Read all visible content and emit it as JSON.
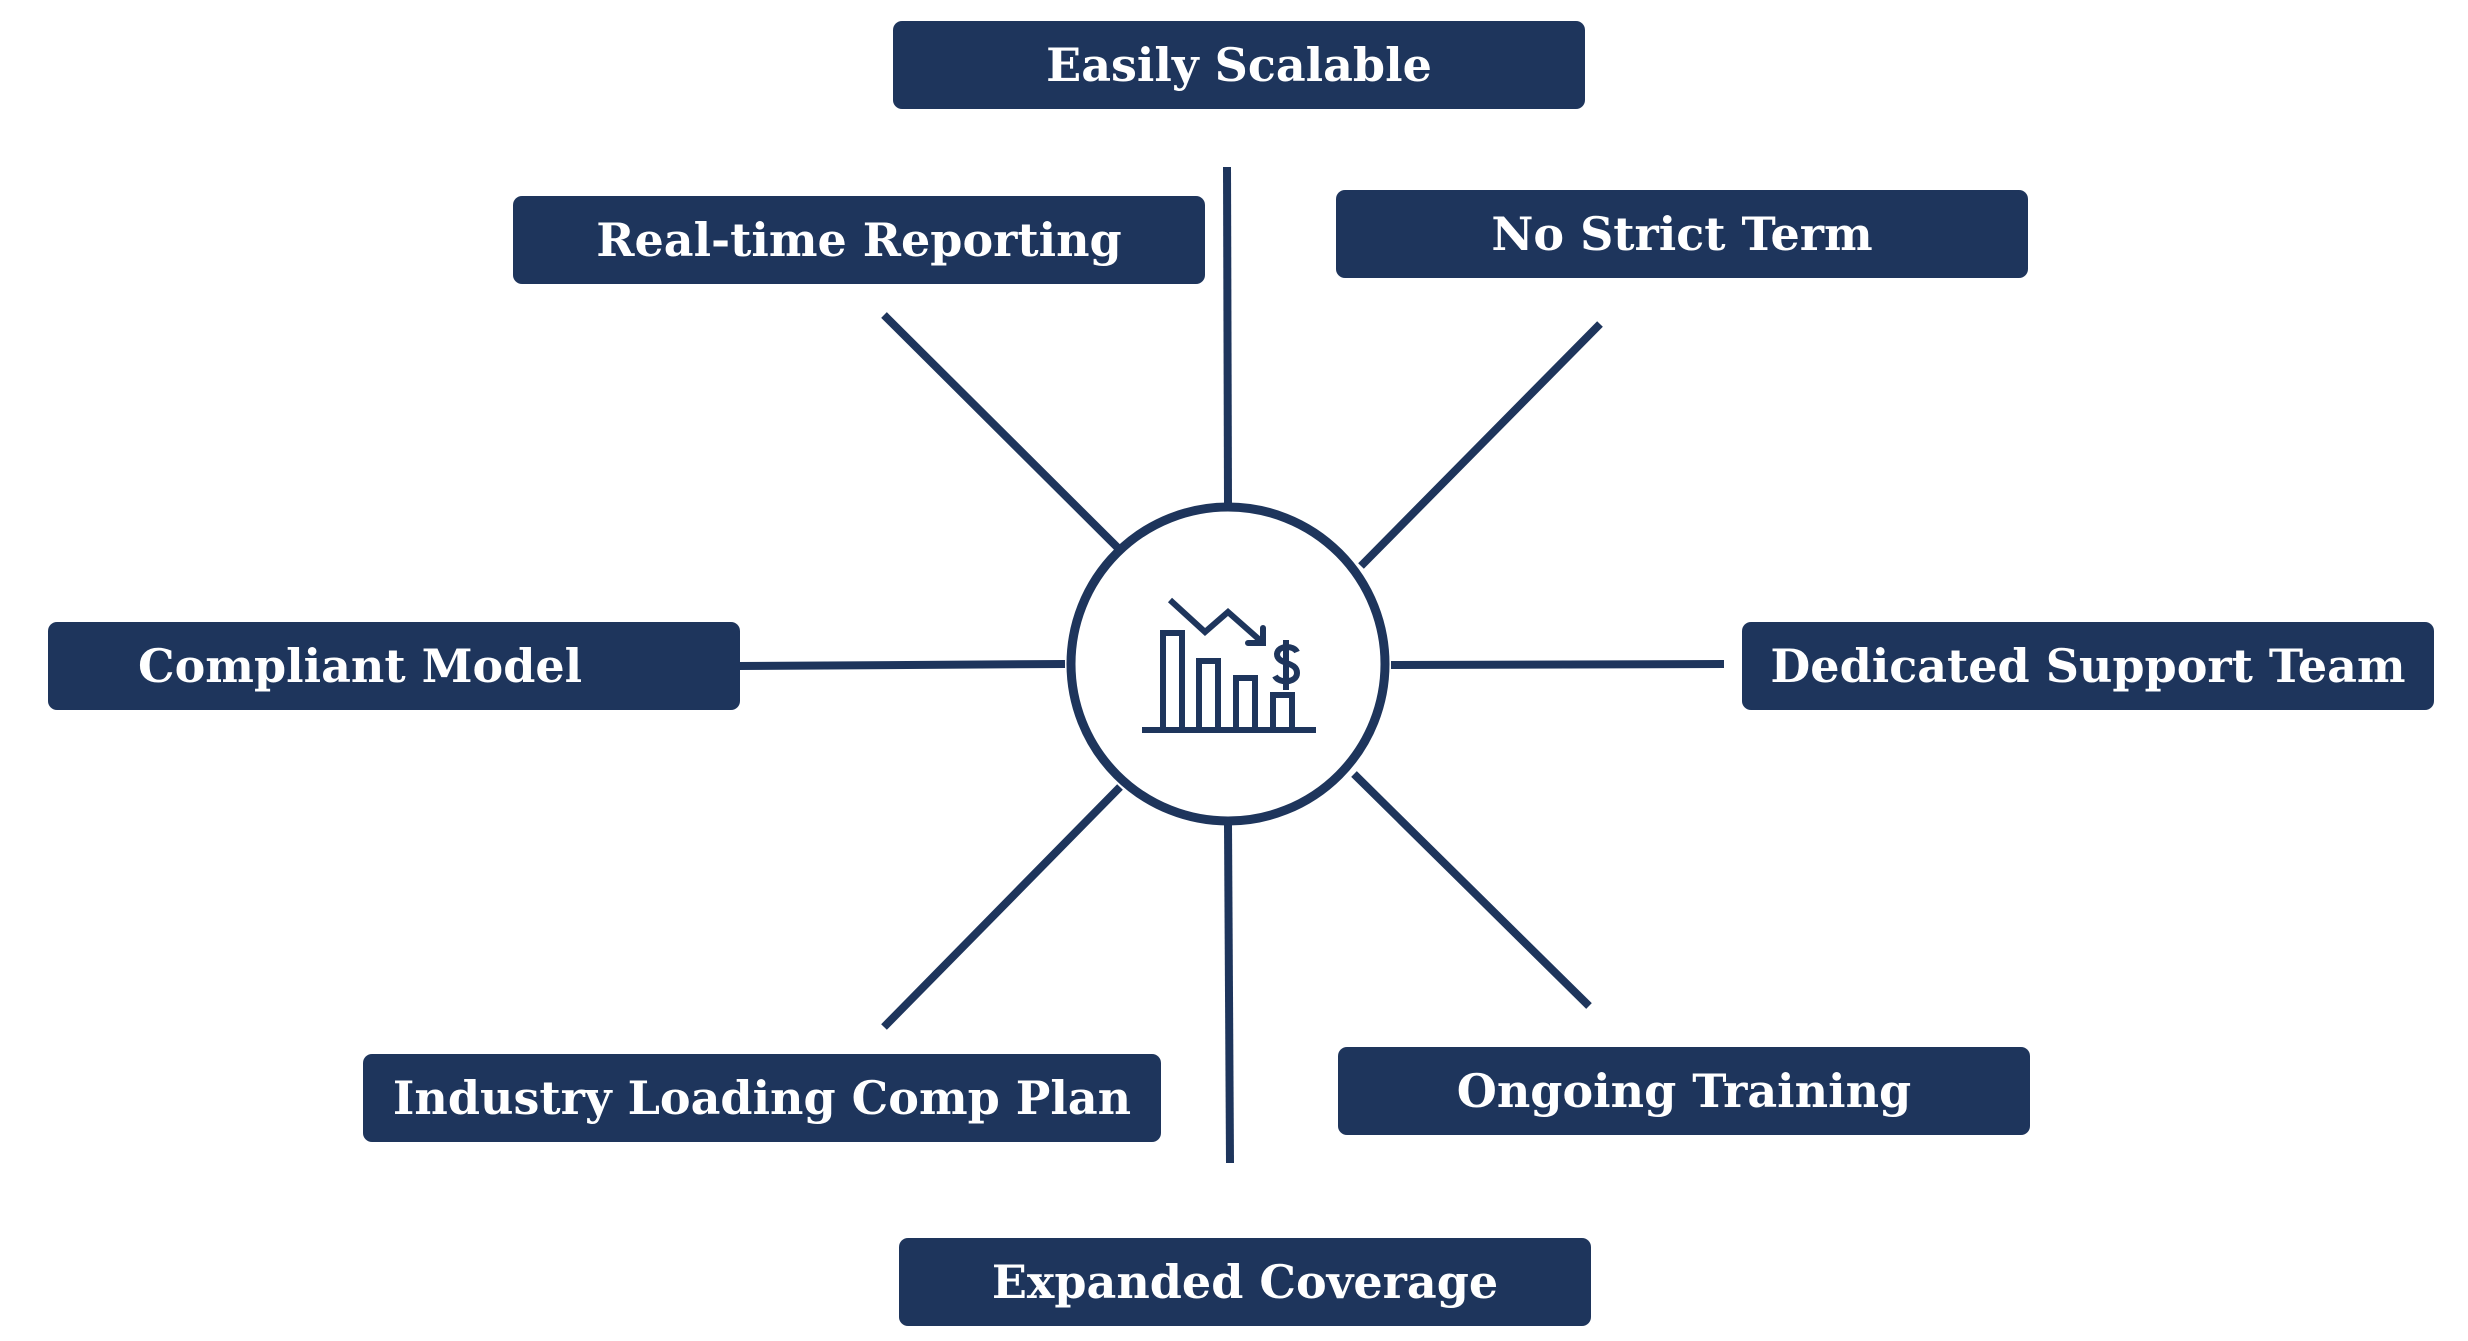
{
  "diagram": {
    "center_icon": "declining-cost-bar-chart-dollar-icon",
    "colors": {
      "box_fill": "#1e355c",
      "line": "#1e355c",
      "text": "#ffffff",
      "background": "#ffffff"
    },
    "labels": {
      "top": "Easily Scalable",
      "top_left": "Real-time Reporting",
      "top_right": "No Strict Term",
      "left": "Compliant Model",
      "right": "Dedicated Support Team",
      "bottom_left": "Industry Loading Comp Plan",
      "bottom_right": "Ongoing Training",
      "bottom": "Expanded Coverage"
    }
  }
}
